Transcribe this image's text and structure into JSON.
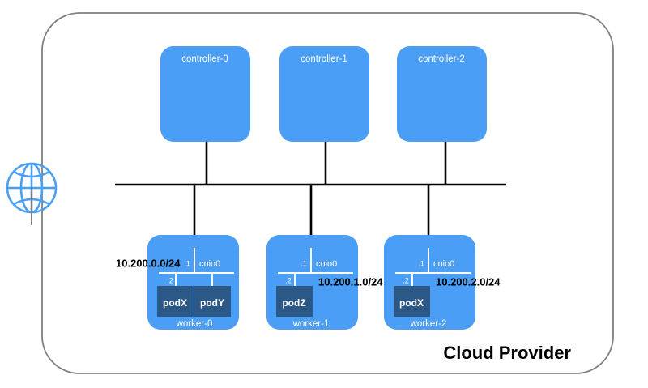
{
  "diagram": {
    "title": "Cloud Provider",
    "boundary": {
      "label": "Cloud Provider",
      "stroke_color": "#808080"
    },
    "colors": {
      "node_blue": "#4A9EF5",
      "pod_navy": "#2C5888",
      "link_black": "#000000",
      "internet_blue": "#4A9EF5",
      "boundary_gray": "#808080",
      "text_white": "#FFFFFF",
      "text_black": "#000000"
    },
    "internet": {
      "icon": "globe-icon",
      "label": ""
    },
    "controllers": [
      {
        "name": "controller-0"
      },
      {
        "name": "controller-1"
      },
      {
        "name": "controller-2"
      }
    ],
    "workers": [
      {
        "name": "worker-0",
        "bridge": "cnio0",
        "bridge_ip_octet": ".1",
        "cidr": "10.200.0.0/24",
        "cidr_side": "left",
        "pods": [
          {
            "name": "podX",
            "ip_octet": ".2"
          },
          {
            "name": "podY",
            "ip_octet": ""
          }
        ]
      },
      {
        "name": "worker-1",
        "bridge": "cnio0",
        "bridge_ip_octet": ".1",
        "cidr": "10.200.1.0/24",
        "cidr_side": "right",
        "pods": [
          {
            "name": "podZ",
            "ip_octet": ".2"
          }
        ]
      },
      {
        "name": "worker-2",
        "bridge": "cnio0",
        "bridge_ip_octet": ".1",
        "cidr": "10.200.2.0/24",
        "cidr_side": "right",
        "pods": [
          {
            "name": "podX",
            "ip_octet": ".2"
          }
        ]
      }
    ]
  }
}
